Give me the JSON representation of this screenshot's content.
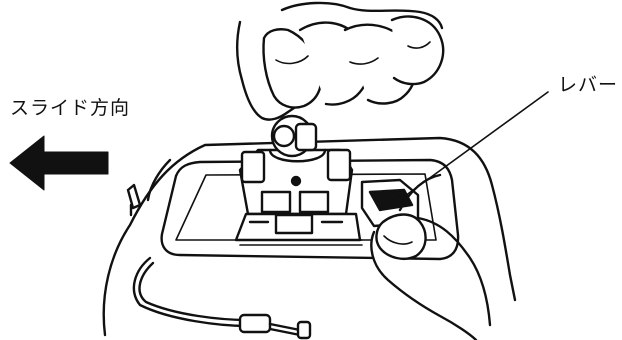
{
  "figure": {
    "labels": {
      "slide_direction": "スライド方向",
      "lever": "レバー"
    },
    "colors": {
      "ink": "#111111",
      "background": "#ffffff"
    },
    "parts": [
      "slide-direction-arrow",
      "lever-leader-line",
      "mount-bracket",
      "base-plate",
      "lever",
      "cable",
      "hand",
      "thumb"
    ]
  }
}
